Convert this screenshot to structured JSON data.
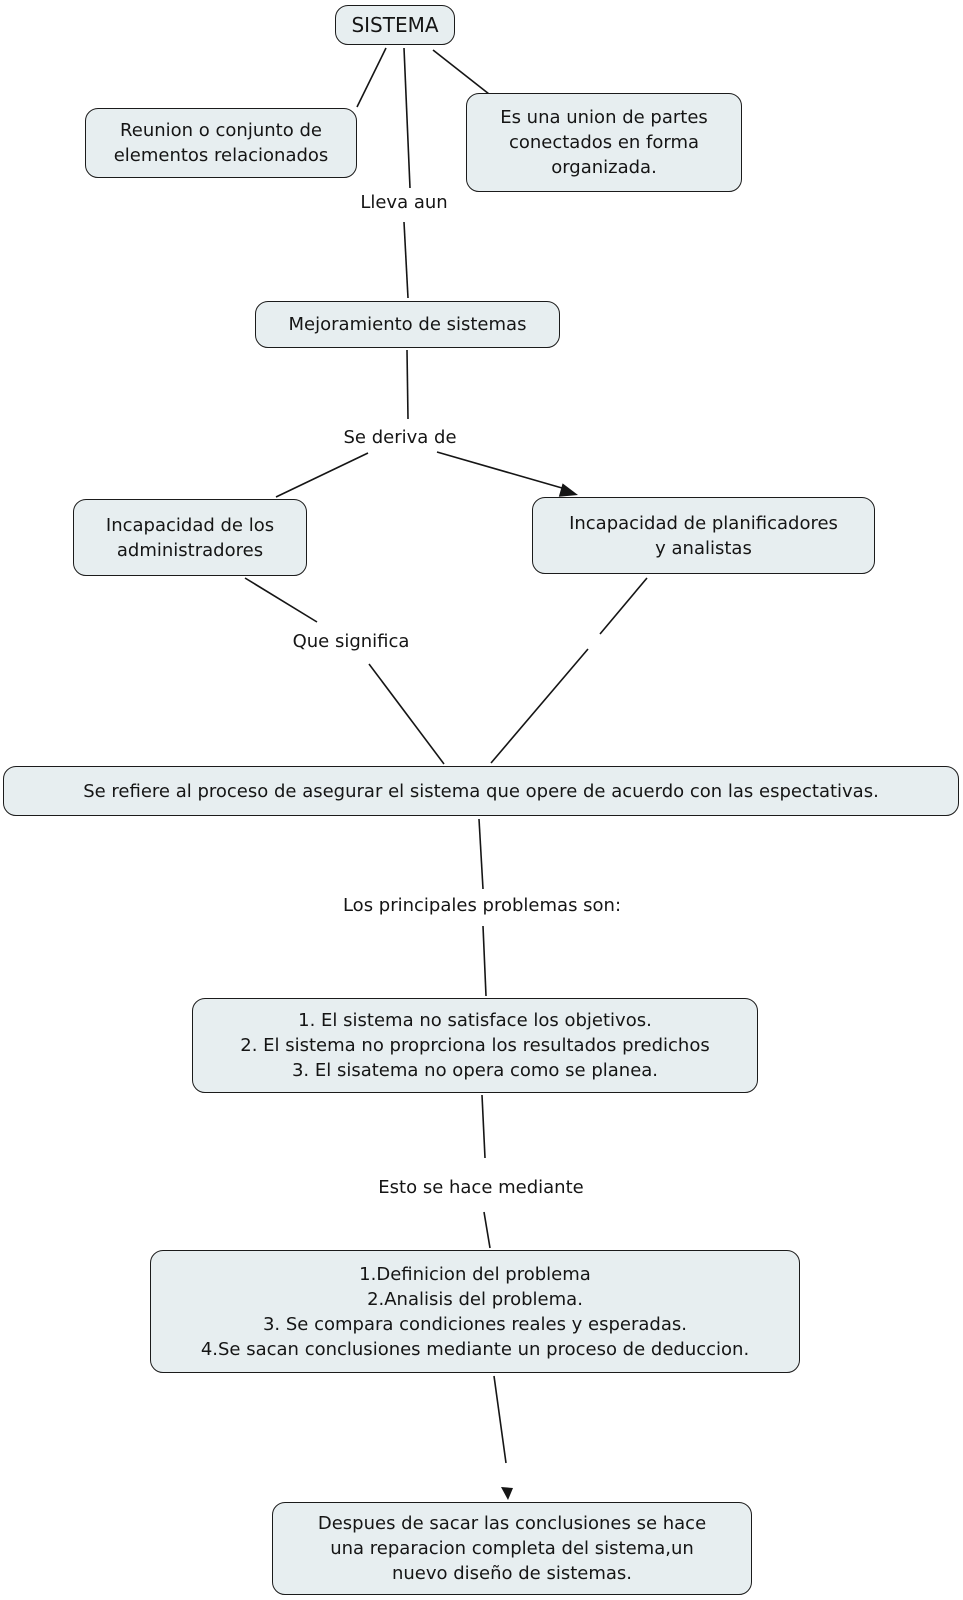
{
  "colors": {
    "background": "#ffffff",
    "node_fill": "#e7eef0",
    "node_border": "#1b1b1b",
    "connector": "#151515",
    "text": "#151515"
  },
  "nodes": {
    "sistema": {
      "label": "SISTEMA"
    },
    "reunion": {
      "label": "Reunion o conjunto de\nelementos relacionados"
    },
    "union": {
      "label": "Es una union de partes\nconectados en forma\norganizada."
    },
    "mejoramiento": {
      "label": "Mejoramiento de sistemas"
    },
    "incap_admin": {
      "label": "Incapacidad de los\nadministradores"
    },
    "incap_plan": {
      "label": "Incapacidad de planificadores\ny analistas"
    },
    "asegurar": {
      "label": "Se refiere al proceso de asegurar el sistema que opere de acuerdo con las espectativas."
    },
    "problemas": {
      "label": "1. El sistema no satisface los objetivos.\n2. El sistema no proprciona los resultados predichos\n3. El sisatema no opera como se planea."
    },
    "mediante": {
      "label": "1.Definicion del problema\n2.Analisis del problema.\n3. Se compara condiciones reales y esperadas.\n4.Se sacan conclusiones mediante un proceso de deduccion."
    },
    "despues": {
      "label": "Despues de sacar las conclusiones se hace\nuna reparacion completa del sistema,un\nnuevo diseño de sistemas."
    }
  },
  "link_labels": {
    "lleva": "Lleva aun",
    "deriva": "Se deriva de",
    "significa": "Que significa",
    "problemas_son": "Los principales problemas son:",
    "esto": "Esto se hace mediante"
  }
}
